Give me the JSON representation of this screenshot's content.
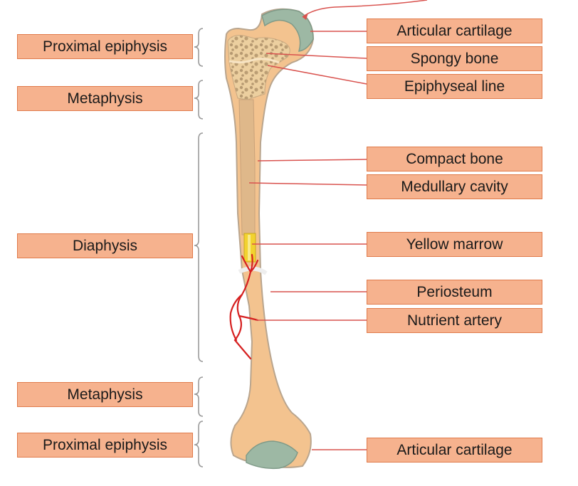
{
  "left_labels": {
    "proximal_epiphysis_top": "Proximal epiphysis",
    "metaphysis_top": "Metaphysis",
    "diaphysis": "Diaphysis",
    "metaphysis_bottom": "Metaphysis",
    "proximal_epiphysis_bottom": "Proximal epiphysis"
  },
  "right_labels": {
    "articular_cartilage_top": "Articular cartilage",
    "spongy_bone": "Spongy bone",
    "epiphyseal_line": "Epiphyseal line",
    "compact_bone": "Compact bone",
    "medullary_cavity": "Medullary cavity",
    "yellow_marrow": "Yellow marrow",
    "periosteum": "Periosteum",
    "nutrient_artery": "Nutrient artery",
    "articular_cartilage_bottom": "Articular cartilage"
  },
  "colors": {
    "label_fill": "#f6b28e",
    "label_border": "#e07a4a",
    "leader_line": "#d9534f",
    "bone": "#f3c38f",
    "bone_outline": "#b9a58e",
    "cartilage": "#9db8a4",
    "spongy": "#e6c79a",
    "marrow": "#f2d22f",
    "artery": "#d62020",
    "bracket": "#9a9a9a"
  }
}
